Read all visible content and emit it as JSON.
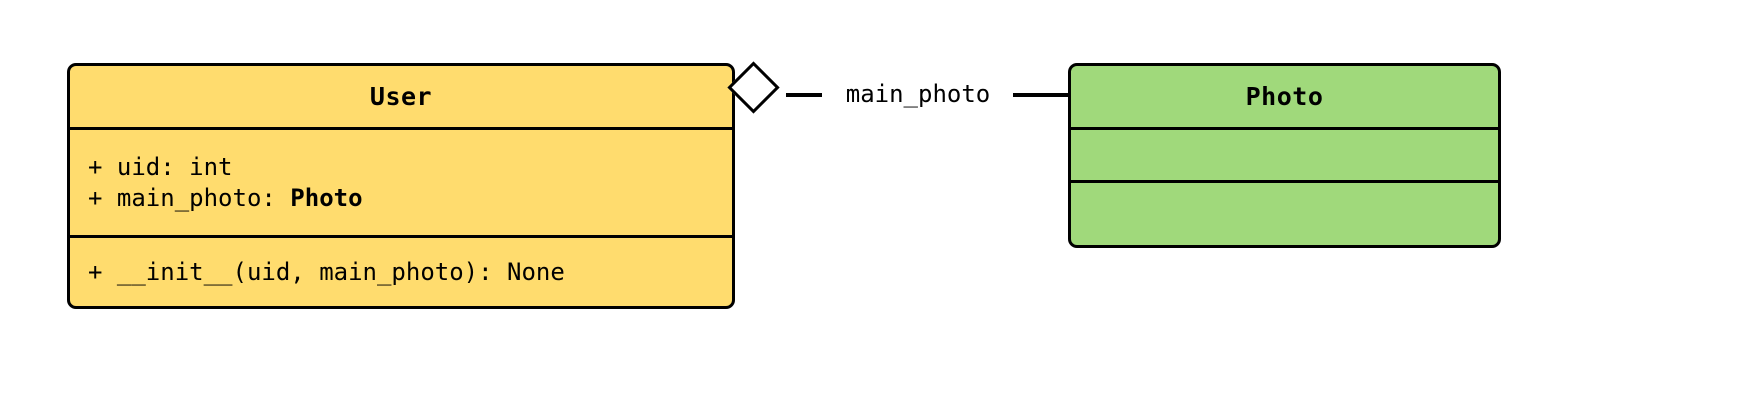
{
  "diagram": {
    "type": "uml-class-diagram",
    "background_color": "#FFFFFF",
    "line_color": "#000000"
  },
  "classes": [
    {
      "id": "user",
      "name": "User",
      "fill_color": "#FFDC6E",
      "attributes": [
        {
          "visibility": "+",
          "text": "+ uid: int",
          "name": "uid",
          "type": "int",
          "type_is_class_ref": false
        },
        {
          "visibility": "+",
          "text_prefix": "+ main_photo: ",
          "name": "main_photo",
          "type": "Photo",
          "type_is_class_ref": true
        }
      ],
      "methods": [
        {
          "visibility": "+",
          "text": "+ __init__(uid, main_photo): None",
          "name": "__init__",
          "params": "uid, main_photo",
          "returns": "None"
        }
      ]
    },
    {
      "id": "photo",
      "name": "Photo",
      "fill_color": "#A0D97B",
      "attributes": [],
      "methods": []
    }
  ],
  "relationships": [
    {
      "id": "user-has-main-photo",
      "kind": "aggregation",
      "source": "User",
      "target": "Photo",
      "label": "main_photo",
      "source_decoration": "hollow-diamond"
    }
  ]
}
